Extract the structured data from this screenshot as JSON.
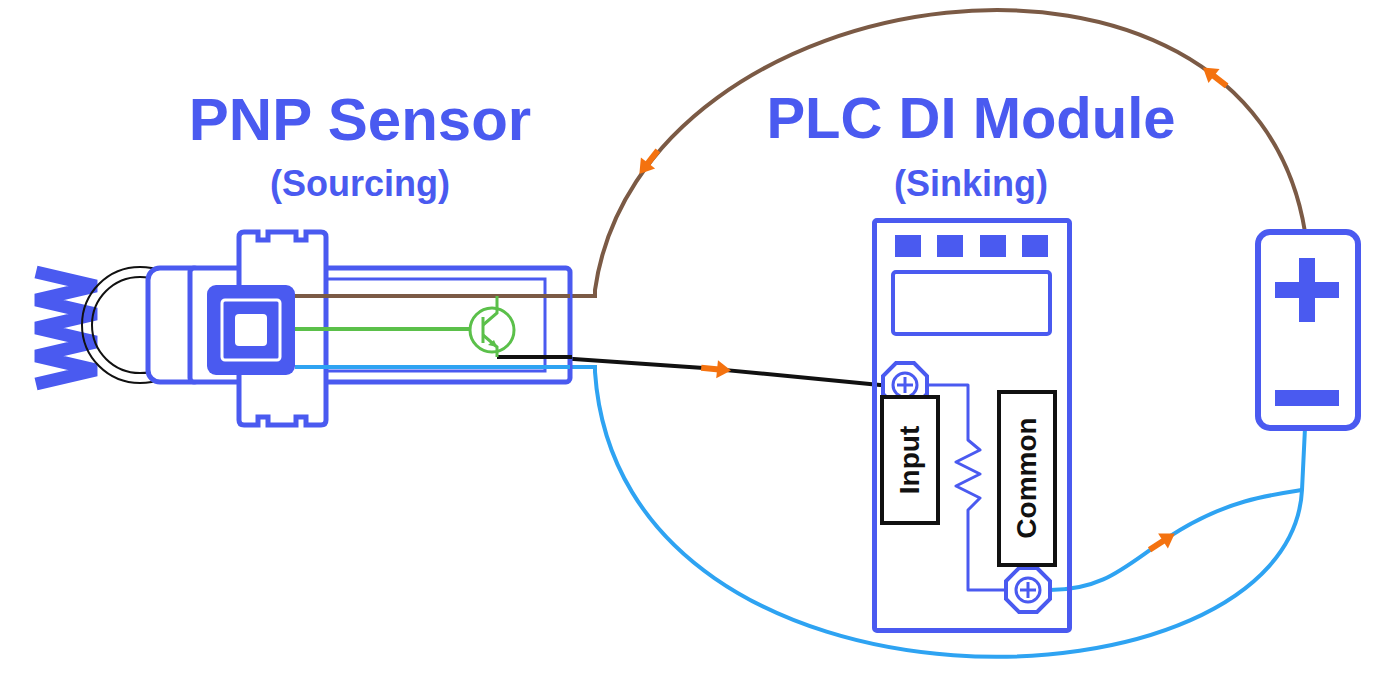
{
  "diagram": {
    "nodes": [
      {
        "text": [
          "PNP Sensor",
          "(Sourcing)"
        ]
      },
      {
        "text": [
          "PLC DI Module",
          "(Sinking)"
        ]
      },
      {
        "text": [
          "Input"
        ],
        "in": 1
      },
      {
        "text": [
          "Common"
        ],
        "in": 1
      }
    ],
    "edges": [
      {
        "from": 0,
        "to": 2,
        "arrow": "to"
      }
    ]
  }
}
